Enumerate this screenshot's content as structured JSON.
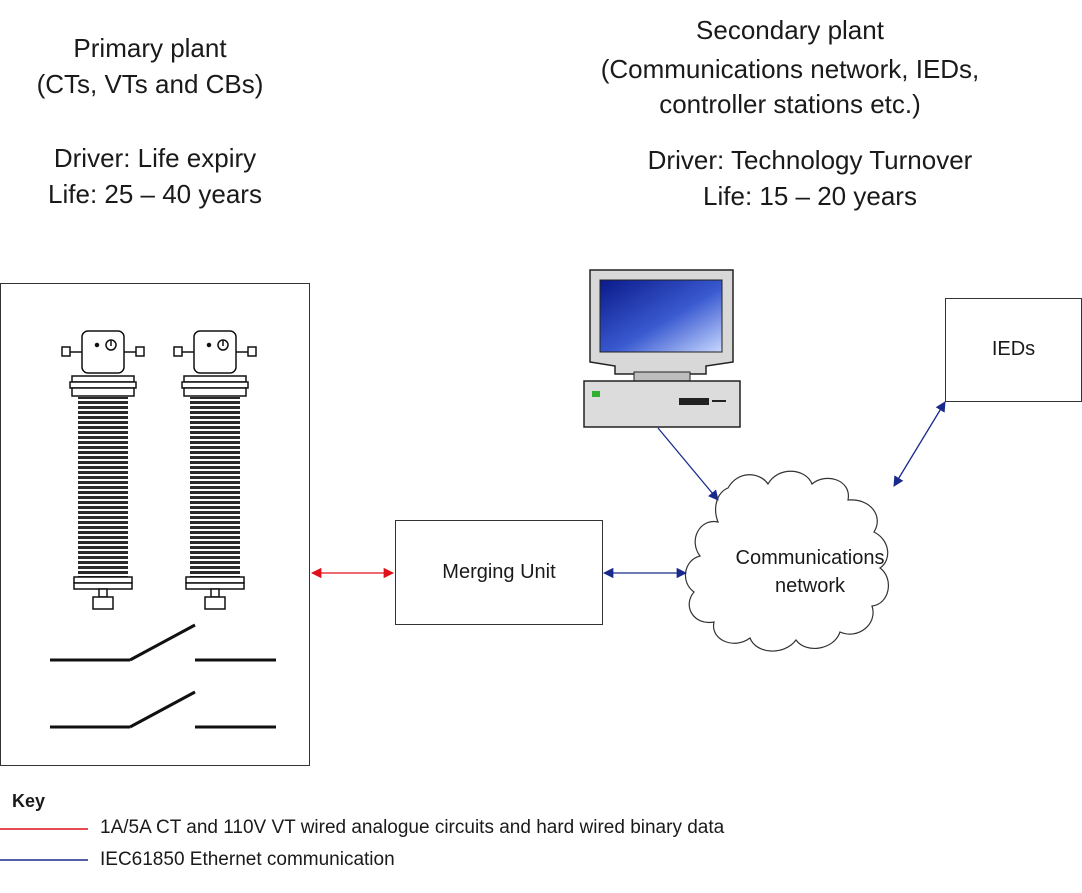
{
  "primary": {
    "title_line1": "Primary plant",
    "title_line2": "(CTs, VTs and CBs)",
    "driver": "Driver: Life expiry",
    "life": "Life: 25 – 40 years"
  },
  "secondary": {
    "title_line1": "Secondary plant",
    "title_line2": "(Communications network, IEDs,",
    "title_line3": "controller stations etc.)",
    "driver": "Driver: Technology Turnover",
    "life": "Life: 15 – 20 years"
  },
  "nodes": {
    "merging_unit": "Merging Unit",
    "ieds": "IEDs",
    "network_line1": "Communications",
    "network_line2": "network"
  },
  "key": {
    "title": "Key",
    "red_label": "1A/5A CT and 110V VT wired analogue circuits and hard wired binary data",
    "blue_label": "IEC61850 Ethernet communication",
    "red_color": "#e0101a",
    "blue_color": "#1a2a8c"
  }
}
